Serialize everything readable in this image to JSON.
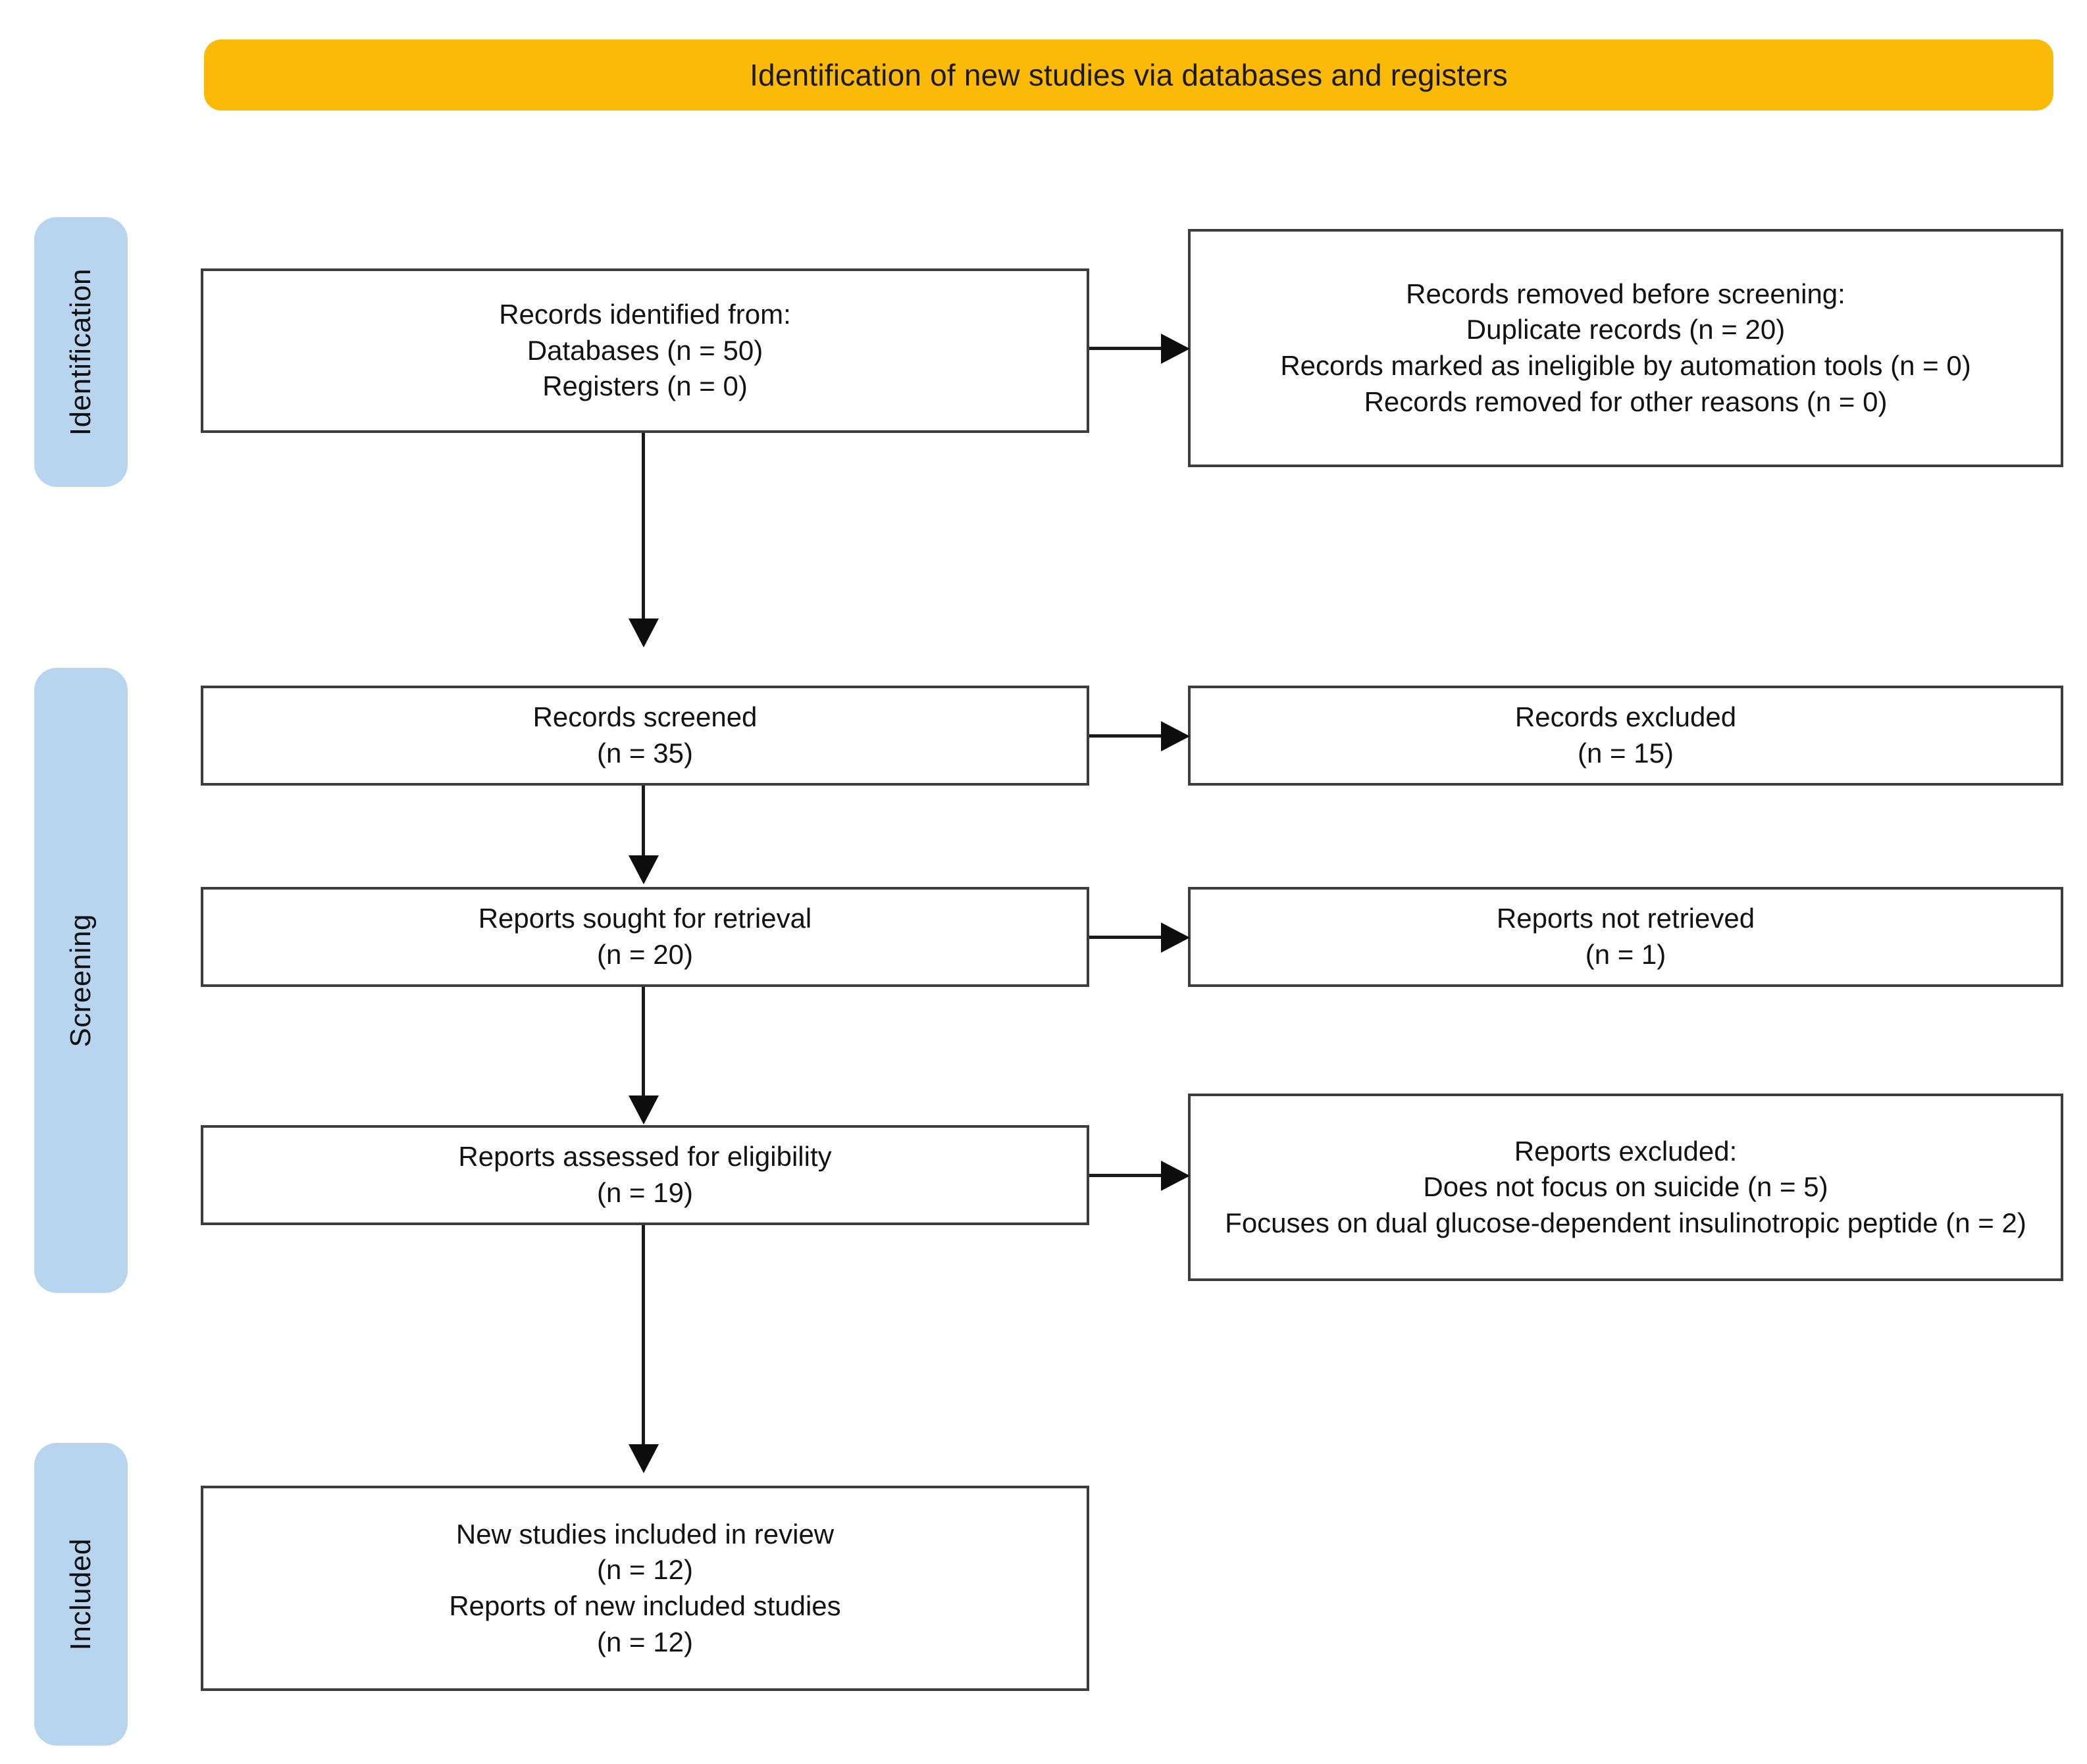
{
  "diagram": {
    "title": "Identification of new studies via databases and registers",
    "accent_color": "#FBBA07",
    "stage_color": "#B8D5EF",
    "box_border_color": "#3d3d3d"
  },
  "stages": [
    {
      "label": "Identification"
    },
    {
      "label": "Screening"
    },
    {
      "label": "Included"
    }
  ],
  "boxes": {
    "identified": {
      "lines": [
        "Records identified from:",
        "Databases (n = 50)",
        "Registers (n = 0)"
      ]
    },
    "removed_before_screening": {
      "lines": [
        "Records removed before screening:",
        "Duplicate records (n = 20)",
        "Records marked as ineligible by automation tools (n = 0)",
        "Records removed for other reasons (n = 0)"
      ]
    },
    "records_screened": {
      "lines": [
        "Records screened",
        "(n = 35)"
      ]
    },
    "records_excluded": {
      "lines": [
        "Records excluded",
        "(n = 15)"
      ]
    },
    "reports_sought": {
      "lines": [
        "Reports sought for retrieval",
        "(n = 20)"
      ]
    },
    "reports_not_retrieved": {
      "lines": [
        "Reports not retrieved",
        "(n = 1)"
      ]
    },
    "reports_assessed": {
      "lines": [
        "Reports assessed for eligibility",
        "(n = 19)"
      ]
    },
    "reports_excluded": {
      "lines": [
        "Reports excluded:",
        "Does not focus on suicide (n = 5)",
        "Focuses on dual glucose-dependent insulinotropic peptide (n = 2)"
      ]
    },
    "new_studies_included": {
      "lines": [
        "New studies included in review",
        "(n = 12)",
        "Reports of new included studies",
        "(n = 12)"
      ]
    }
  },
  "chart_data": {
    "type": "diagram",
    "title": "Identification of new studies via databases and registers",
    "nodes": [
      {
        "id": "identified",
        "stage": "Identification",
        "label": "Records identified from",
        "counts": {
          "Databases": 50,
          "Registers": 0
        }
      },
      {
        "id": "removed_before_screening",
        "stage": "Identification",
        "label": "Records removed before screening",
        "counts": {
          "Duplicate records": 20,
          "Records marked as ineligible by automation tools": 0,
          "Records removed for other reasons": 0
        }
      },
      {
        "id": "records_screened",
        "stage": "Screening",
        "label": "Records screened",
        "n": 35
      },
      {
        "id": "records_excluded",
        "stage": "Screening",
        "label": "Records excluded",
        "n": 15
      },
      {
        "id": "reports_sought",
        "stage": "Screening",
        "label": "Reports sought for retrieval",
        "n": 20
      },
      {
        "id": "reports_not_retrieved",
        "stage": "Screening",
        "label": "Reports not retrieved",
        "n": 1
      },
      {
        "id": "reports_assessed",
        "stage": "Screening",
        "label": "Reports assessed for eligibility",
        "n": 19
      },
      {
        "id": "reports_excluded",
        "stage": "Screening",
        "label": "Reports excluded",
        "counts": {
          "Does not focus on suicide": 5,
          "Focuses on dual glucose-dependent insulinotropic peptide": 2
        }
      },
      {
        "id": "new_studies_included",
        "stage": "Included",
        "label": "New studies included in review",
        "counts": {
          "New studies included in review": 12,
          "Reports of new included studies": 12
        }
      }
    ],
    "edges": [
      {
        "from": "identified",
        "to": "removed_before_screening",
        "direction": "right"
      },
      {
        "from": "identified",
        "to": "records_screened",
        "direction": "down"
      },
      {
        "from": "records_screened",
        "to": "records_excluded",
        "direction": "right"
      },
      {
        "from": "records_screened",
        "to": "reports_sought",
        "direction": "down"
      },
      {
        "from": "reports_sought",
        "to": "reports_not_retrieved",
        "direction": "right"
      },
      {
        "from": "reports_sought",
        "to": "reports_assessed",
        "direction": "down"
      },
      {
        "from": "reports_assessed",
        "to": "reports_excluded",
        "direction": "right"
      },
      {
        "from": "reports_assessed",
        "to": "new_studies_included",
        "direction": "down"
      }
    ]
  }
}
